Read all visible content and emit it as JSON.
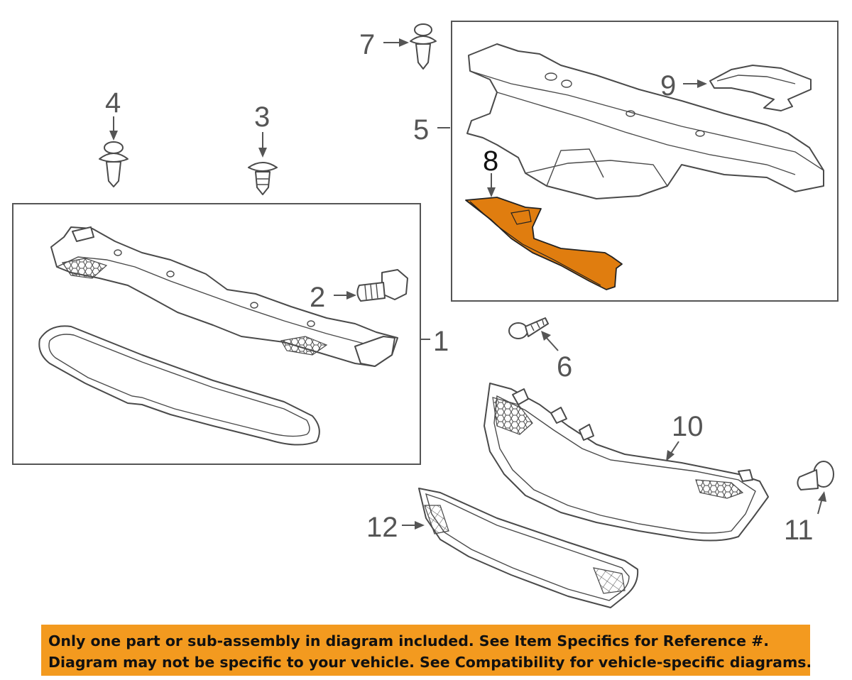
{
  "callouts": {
    "c1": "1",
    "c2": "2",
    "c3": "3",
    "c4": "4",
    "c5": "5",
    "c6": "6",
    "c7": "7",
    "c8": "8",
    "c9": "9",
    "c10": "10",
    "c11": "11",
    "c12": "12"
  },
  "highlight_color": "#e07d0f",
  "banner_color": "#f39a1f",
  "disclaimer": {
    "line1": "Only one part or sub-assembly in diagram included. See Item Specifics for Reference #.",
    "line2": "Diagram may not be specific to your vehicle. See Compatibility for vehicle-specific diagrams."
  }
}
